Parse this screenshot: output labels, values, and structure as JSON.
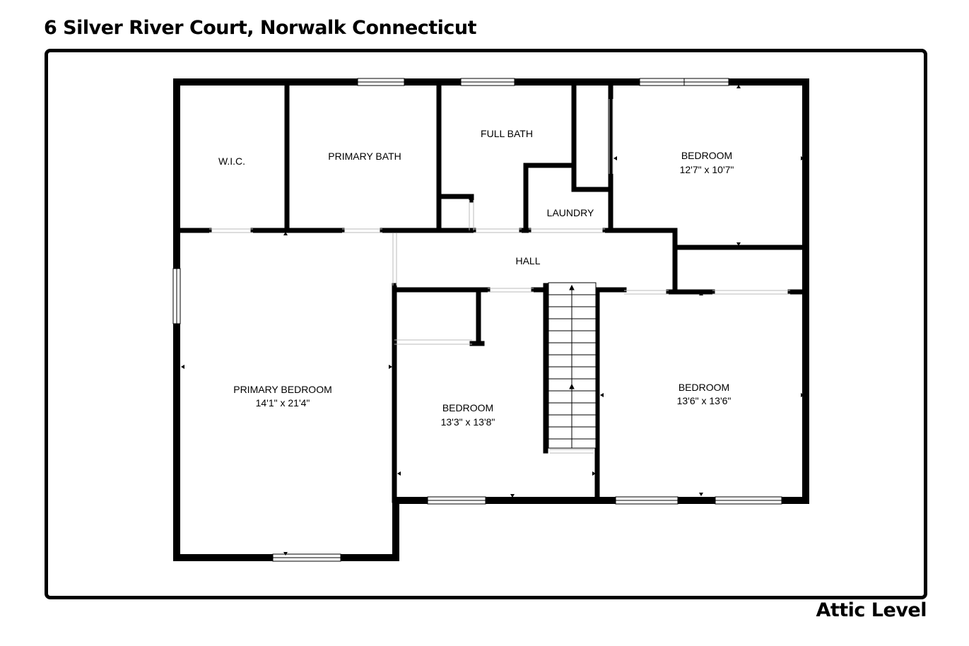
{
  "header": {
    "title": "6 Silver River Court, Norwalk Connecticut"
  },
  "footer": {
    "level": "Attic Level"
  },
  "rooms": {
    "wic": {
      "name": "W.I.C."
    },
    "primary_bath": {
      "name": "PRIMARY BATH"
    },
    "full_bath": {
      "name": "FULL BATH"
    },
    "bedroom_ne": {
      "name": "BEDROOM",
      "dimensions": "12'7\" x 10'7\""
    },
    "laundry": {
      "name": "LAUNDRY"
    },
    "hall": {
      "name": "HALL"
    },
    "primary_bedroom": {
      "name": "PRIMARY BEDROOM",
      "dimensions": "14'1\" x 21'4\""
    },
    "bedroom_center": {
      "name": "BEDROOM",
      "dimensions": "13'3\" x 13'8\""
    },
    "bedroom_se": {
      "name": "BEDROOM",
      "dimensions": "13'6\" x 13'6\""
    }
  },
  "colors": {
    "wall": "#000000",
    "window": "#ffffff",
    "background": "#ffffff"
  }
}
